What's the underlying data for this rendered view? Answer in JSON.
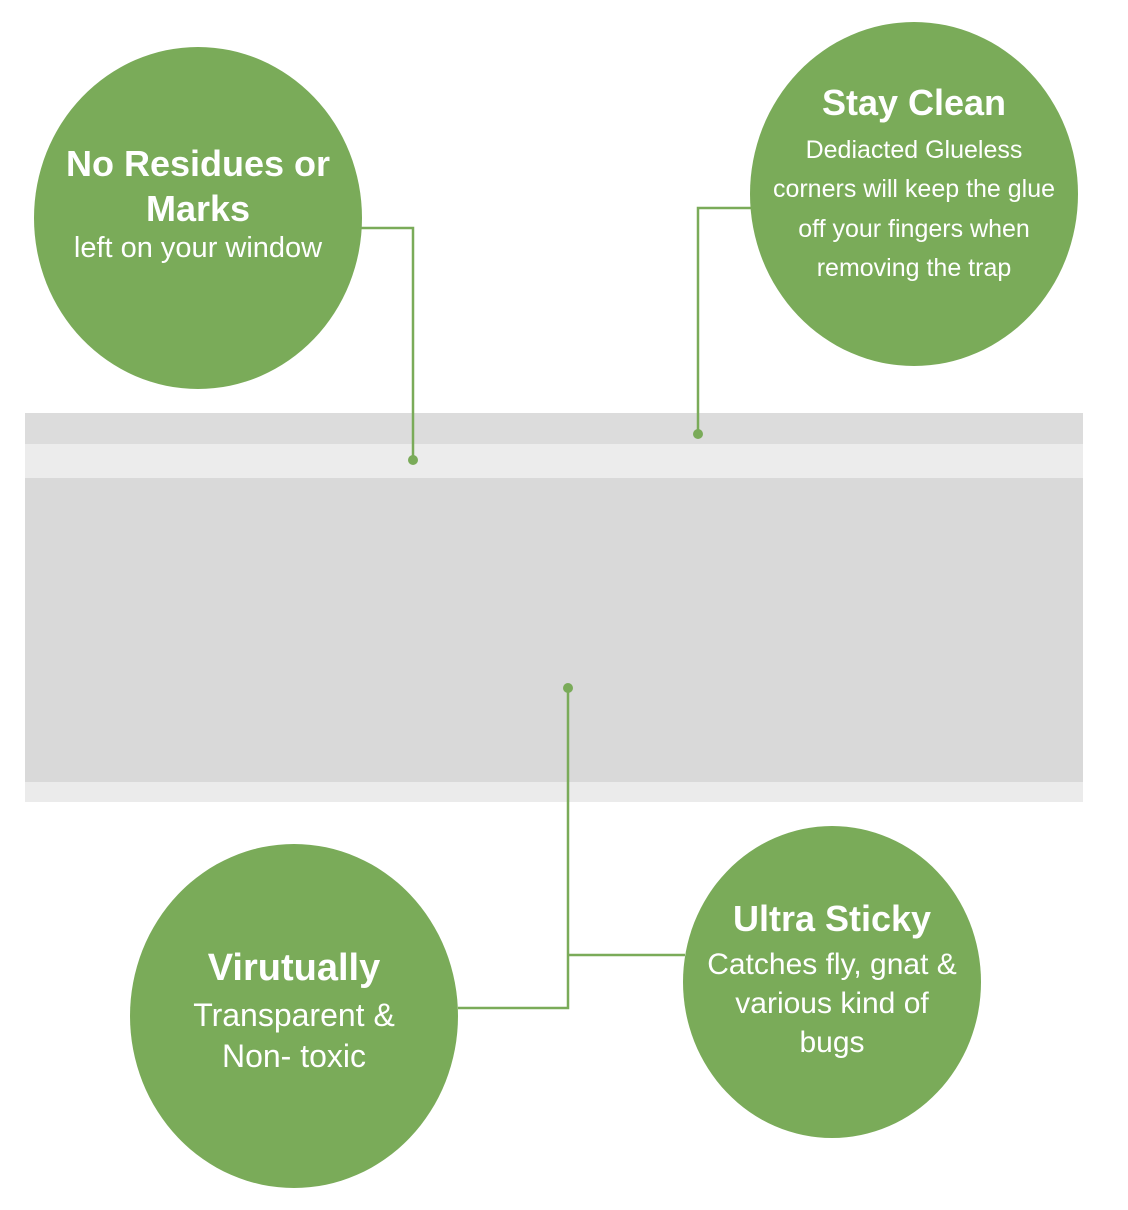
{
  "colors": {
    "bubble": "#7aab59",
    "connector": "#7aab59",
    "strip": "#d9d9d9",
    "background": "#ffffff"
  },
  "features": [
    {
      "title": "No Residues or Marks",
      "body": "left on your window"
    },
    {
      "title": "Stay Clean",
      "body": "Dediacted Glueless corners will keep the glue off your fingers when removing the trap"
    },
    {
      "title": "Virutually",
      "body": "Transparent & Non- toxic"
    },
    {
      "title": "Ultra Sticky",
      "body": "Catches fly, gnat & various kind of bugs"
    }
  ]
}
